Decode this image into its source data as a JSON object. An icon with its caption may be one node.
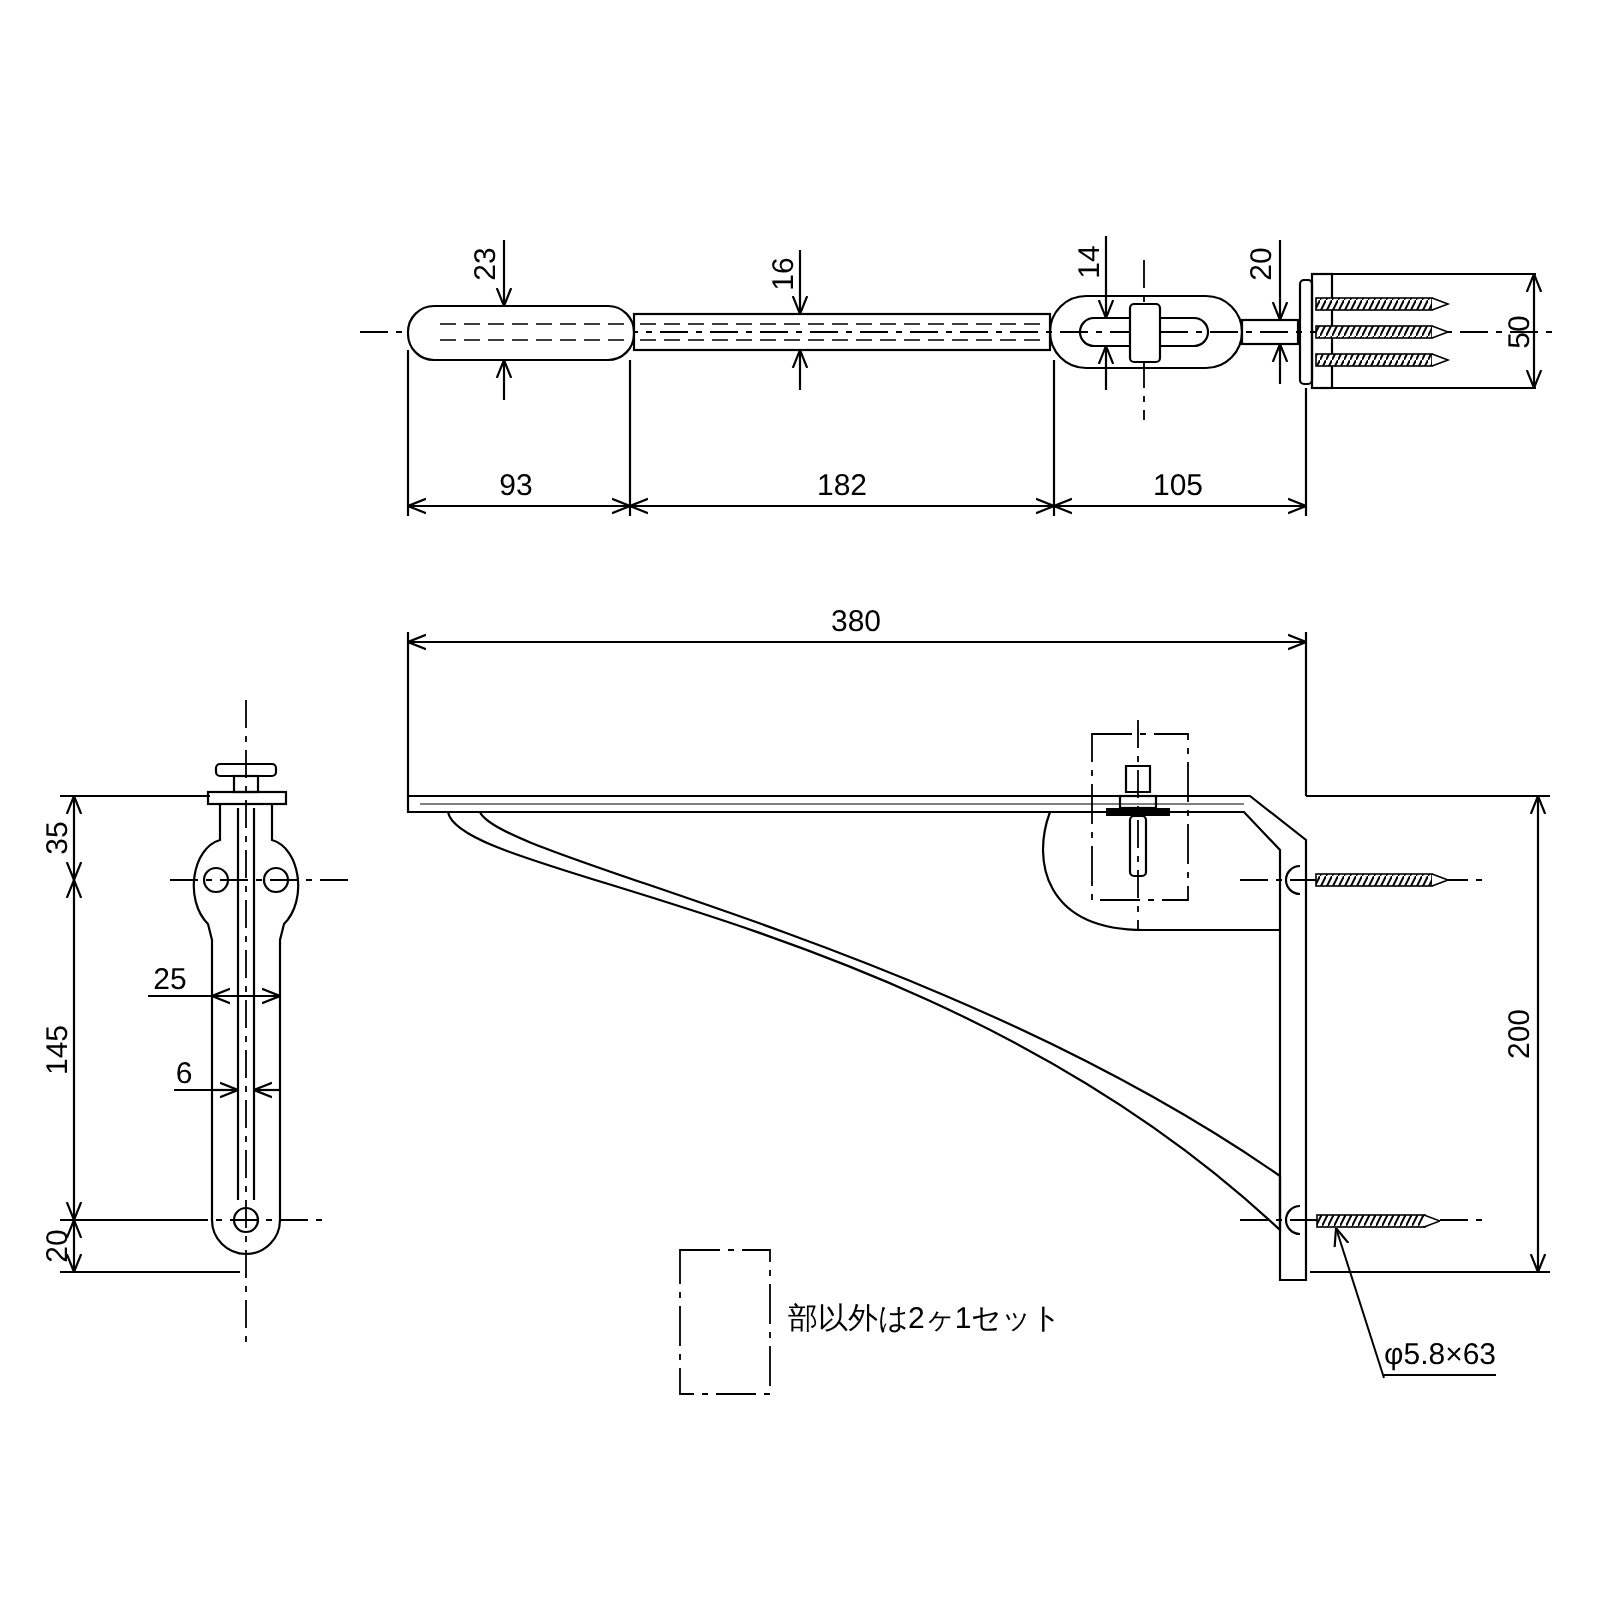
{
  "diagram": {
    "nodes": [
      {
        "text": [
          "φ5.8×63"
        ]
      },
      {
        "text": [],
        "shape": "bar"
      }
    ],
    "edges": [
      {
        "from": 0,
        "to": 1,
        "arrow": "to"
      }
    ],
    "labels": [
      "23",
      "16",
      "14",
      "20",
      "50",
      "93",
      "182",
      "105",
      "380",
      "35",
      "200",
      "25",
      "145",
      "6",
      "20"
    ],
    "legend": [
      {
        "text": "部以外は2ヶ1セット"
      }
    ]
  }
}
